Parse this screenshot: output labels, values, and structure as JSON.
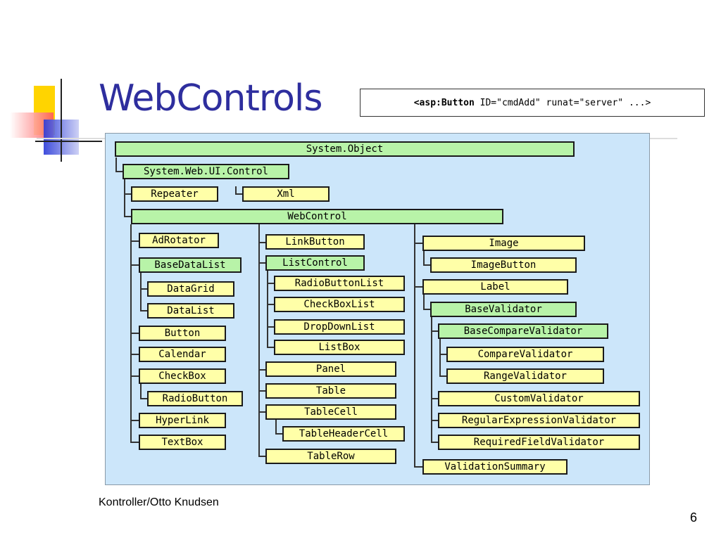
{
  "title": "WebControls",
  "code_sample": {
    "tag": "<asp:Button",
    "attrs": " ID=\"cmdAdd\" runat=\"server\" ...>"
  },
  "footer": "Kontroller/Otto Knudsen",
  "page_number": "6",
  "colors": {
    "title": "#2e2e9e",
    "panel": "#cce6fa",
    "class_abstract": "#b8f3a8",
    "class_concrete": "#ffffa8"
  },
  "tree": {
    "system_object": "System.Object",
    "control": "System.Web.UI.Control",
    "repeater": "Repeater",
    "xml": "Xml",
    "webcontrol": "WebControl",
    "adrotator": "AdRotator",
    "basedatalist": "BaseDataList",
    "datagrid": "DataGrid",
    "datalist": "DataList",
    "button": "Button",
    "calendar": "Calendar",
    "checkbox": "CheckBox",
    "radiobutton": "RadioButton",
    "hyperlink": "HyperLink",
    "textbox": "TextBox",
    "linkbutton": "LinkButton",
    "listcontrol": "ListControl",
    "radiobuttonlist": "RadioButtonList",
    "checkboxlist": "CheckBoxList",
    "dropdownlist": "DropDownList",
    "listbox": "ListBox",
    "panel": "Panel",
    "table": "Table",
    "tablecell": "TableCell",
    "tableheadercell": "TableHeaderCell",
    "tablerow": "TableRow",
    "image": "Image",
    "imagebutton": "ImageButton",
    "label": "Label",
    "basevalidator": "BaseValidator",
    "basecomparevalidator": "BaseCompareValidator",
    "comparevalidator": "CompareValidator",
    "rangevalidator": "RangeValidator",
    "customvalidator": "CustomValidator",
    "regularexpressionvalidator": "RegularExpressionValidator",
    "requiredfieldvalidator": "RequiredFieldValidator",
    "validationsummary": "ValidationSummary"
  }
}
